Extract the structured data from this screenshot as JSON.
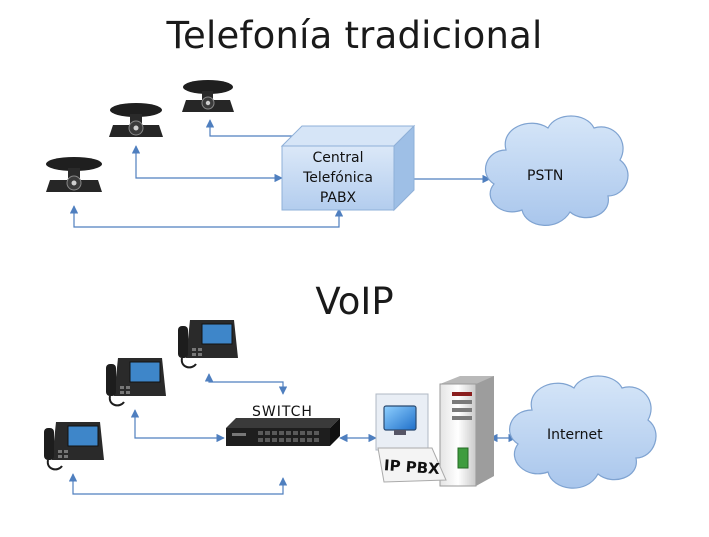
{
  "traditional": {
    "title": "Telefonía tradicional",
    "pbx_lines": [
      "Central",
      "Telefónica",
      "PABX"
    ],
    "cloud_label": "PSTN"
  },
  "voip": {
    "title": "VoIP",
    "switch_label": "SWITCH",
    "server_label": "IP PBX",
    "cloud_label": "Internet"
  },
  "colors": {
    "line": "#4f7fbf",
    "cloud_fill": "#bcd4f0",
    "cloud_stroke": "#7fa3d1",
    "pbx_front": "#c6daf3",
    "pbx_side": "#9ebfe6",
    "phone_dark": "#1f1f1f"
  }
}
